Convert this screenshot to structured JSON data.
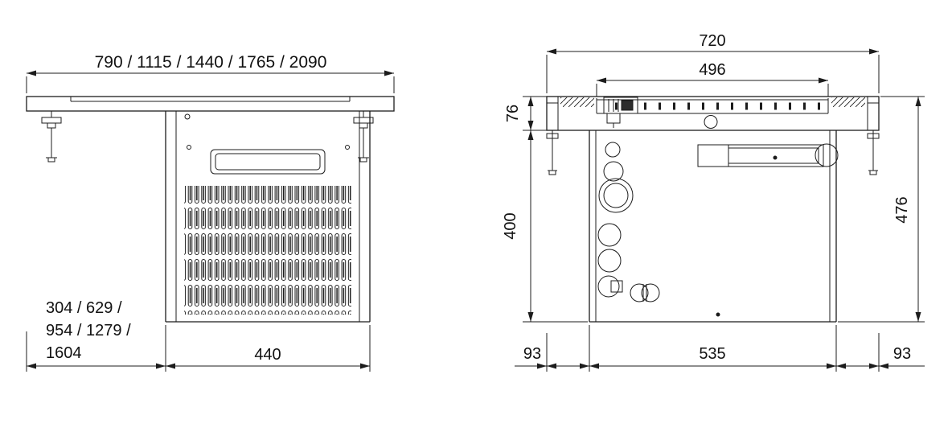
{
  "drawing": {
    "kind": "technical-dimension-drawing",
    "colors": {
      "line": "#1c1c1c",
      "background": "#ffffff",
      "text": "#111111"
    }
  },
  "front": {
    "top_width": "790 / 1115 / 1440 / 1765 / 2090",
    "offset_l1": "304 / 629 /",
    "offset_l2": "954 / 1279 /",
    "offset_l3": "1604",
    "body_width": "440"
  },
  "side": {
    "top_width": "720",
    "well_width": "496",
    "rim_height": "76",
    "body_height": "400",
    "total_height": "476",
    "left_overhang": "93",
    "body_depth": "535",
    "right_overhang": "93"
  }
}
